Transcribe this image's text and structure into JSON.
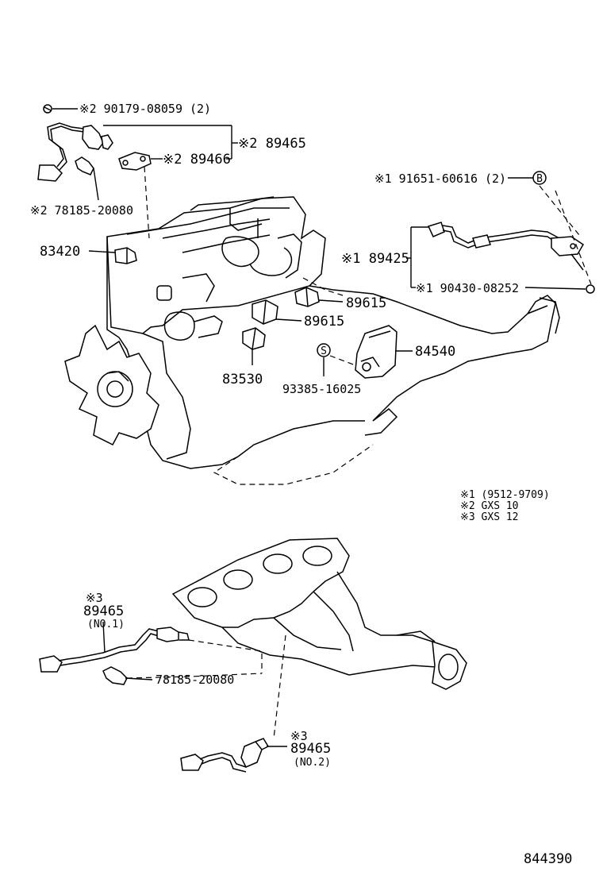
{
  "labels": {
    "l1": "※2  90179-08059 (2)",
    "l2": "※2  89465",
    "l3": "※2 89466",
    "l4": "※2  78185-20080",
    "l5": "83420",
    "l6": "※1  91651-60616 (2)",
    "l7": "※1 89425",
    "l8": "※1  90430-08252",
    "l9": "89615",
    "l10": "89615",
    "l11": "84540",
    "l12": "83530",
    "l13": "93385-16025",
    "l14": "※3",
    "l15": "89465",
    "l16": "(NO.1)",
    "l17": "78185-20080",
    "l18": "※3",
    "l19": "89465",
    "l20": "(NO.2)"
  },
  "legend": {
    "n1": "※1 (9512-9709)",
    "n2": "※2  GXS  10",
    "n3": "※3  GXS  12"
  },
  "symbols": {
    "b": "B",
    "s": "S"
  },
  "figure_number": "844390"
}
